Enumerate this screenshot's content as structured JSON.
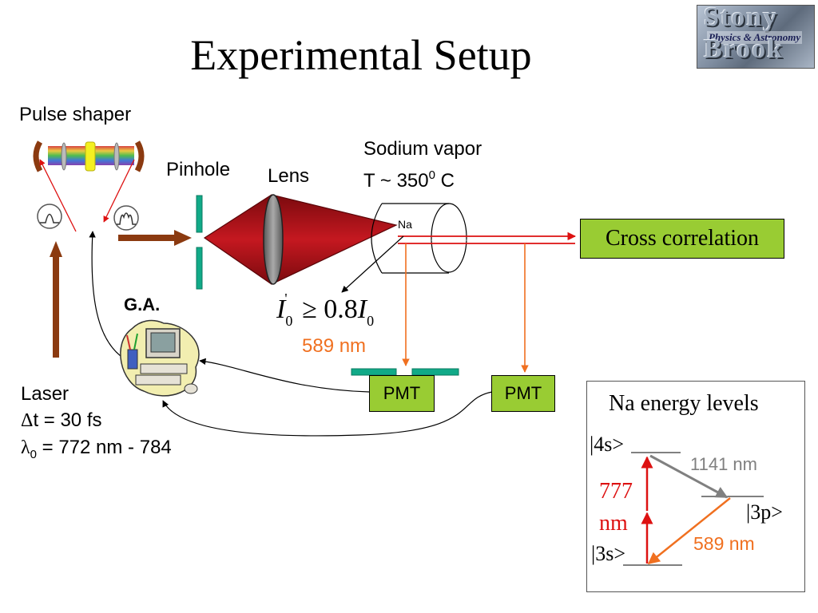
{
  "title": "Experimental Setup",
  "logo": {
    "line1": "Stony",
    "line2": "Physics & Astronomy",
    "line3": "Brook"
  },
  "labels": {
    "pulse_shaper": "Pulse shaper",
    "pinhole": "Pinhole",
    "lens": "Lens",
    "sodium_vapor": "Sodium vapor",
    "temperature_prefix": "T ~ 350",
    "temperature_sup": "0",
    "temperature_unit": " C",
    "na_cell": "Na",
    "ga": "G.A.",
    "cross_correlation": "Cross correlation",
    "pmt_left": "PMT",
    "pmt_right": "PMT",
    "wavelength_589": "589 nm",
    "laser": "Laser",
    "delta_t": "t = 30 fs",
    "lambda0_sub": "0",
    "lambda0_text": " = 772 nm - 784"
  },
  "intensity_formula": {
    "I": "I",
    "sub0": "0",
    "prime": "'",
    "geq": "≥",
    "coef": "0.8",
    "I2": "I",
    "sub2": "0"
  },
  "energy_levels": {
    "title": "Na energy levels",
    "level_4s": "|4s>",
    "level_3p": "|3p>",
    "level_3s": "|3s>",
    "transition_1141": "1141 nm",
    "transition_777_a": "777",
    "transition_777_b": "nm",
    "transition_589": "589 nm"
  },
  "colors": {
    "orange": "#f07020",
    "red": "#dd1111",
    "green_box": "#99cc33",
    "teal": "#11aa88",
    "brown": "#8b3a10",
    "lens_gray": "#888888",
    "cone_red": "#a10c12"
  }
}
